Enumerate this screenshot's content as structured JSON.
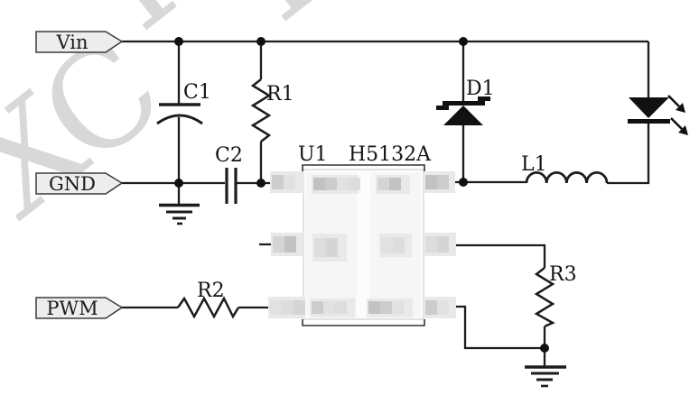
{
  "ports": {
    "vin": "Vin",
    "gnd": "GND",
    "pwm": "PWM"
  },
  "ic": {
    "designator": "U1",
    "part_number": "H5132A",
    "pin_labels": "redacted"
  },
  "components": {
    "c1": "C1",
    "c2": "C2",
    "r1": "R1",
    "r2": "R2",
    "r3": "R3",
    "d1": "D1",
    "l1": "L1"
  },
  "watermark": {
    "letters": [
      "X",
      "C",
      "I",
      "I"
    ],
    "color": "#d8d8d8"
  },
  "colors": {
    "wire": "#1c1c1c",
    "flag_fill": "#ededed",
    "flag_border": "#3c3c3c",
    "ic_body": "#fcfcfc",
    "ic_border": "#dcdcdc",
    "redaction_base": "#e9e9e9"
  }
}
